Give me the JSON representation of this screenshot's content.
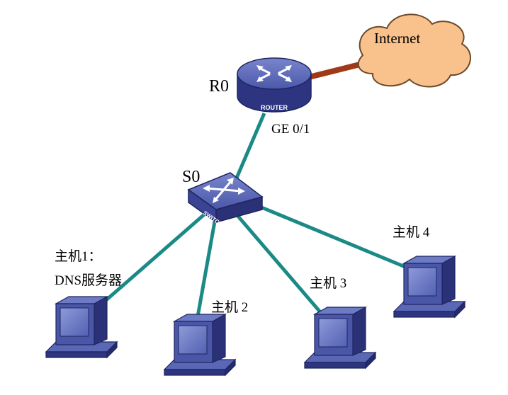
{
  "router": {
    "name": "R0",
    "device_text": "ROUTER",
    "port_label": "GE 0/1"
  },
  "switch": {
    "name": "S0",
    "device_text": "SWITCH"
  },
  "internet": {
    "label": "Internet"
  },
  "hosts": [
    {
      "line1": "主机1：",
      "line2": "DNS服务器"
    },
    {
      "line1": "主机 2"
    },
    {
      "line1": "主机 3"
    },
    {
      "line1": "主机 4"
    }
  ],
  "colors": {
    "link": "#1b8a86",
    "wan_link": "#a0391a",
    "cloud_fill": "#f9c28c",
    "device_blue": "#4a57a8",
    "device_dark": "#2b3177",
    "screen": "#6a78c2"
  }
}
